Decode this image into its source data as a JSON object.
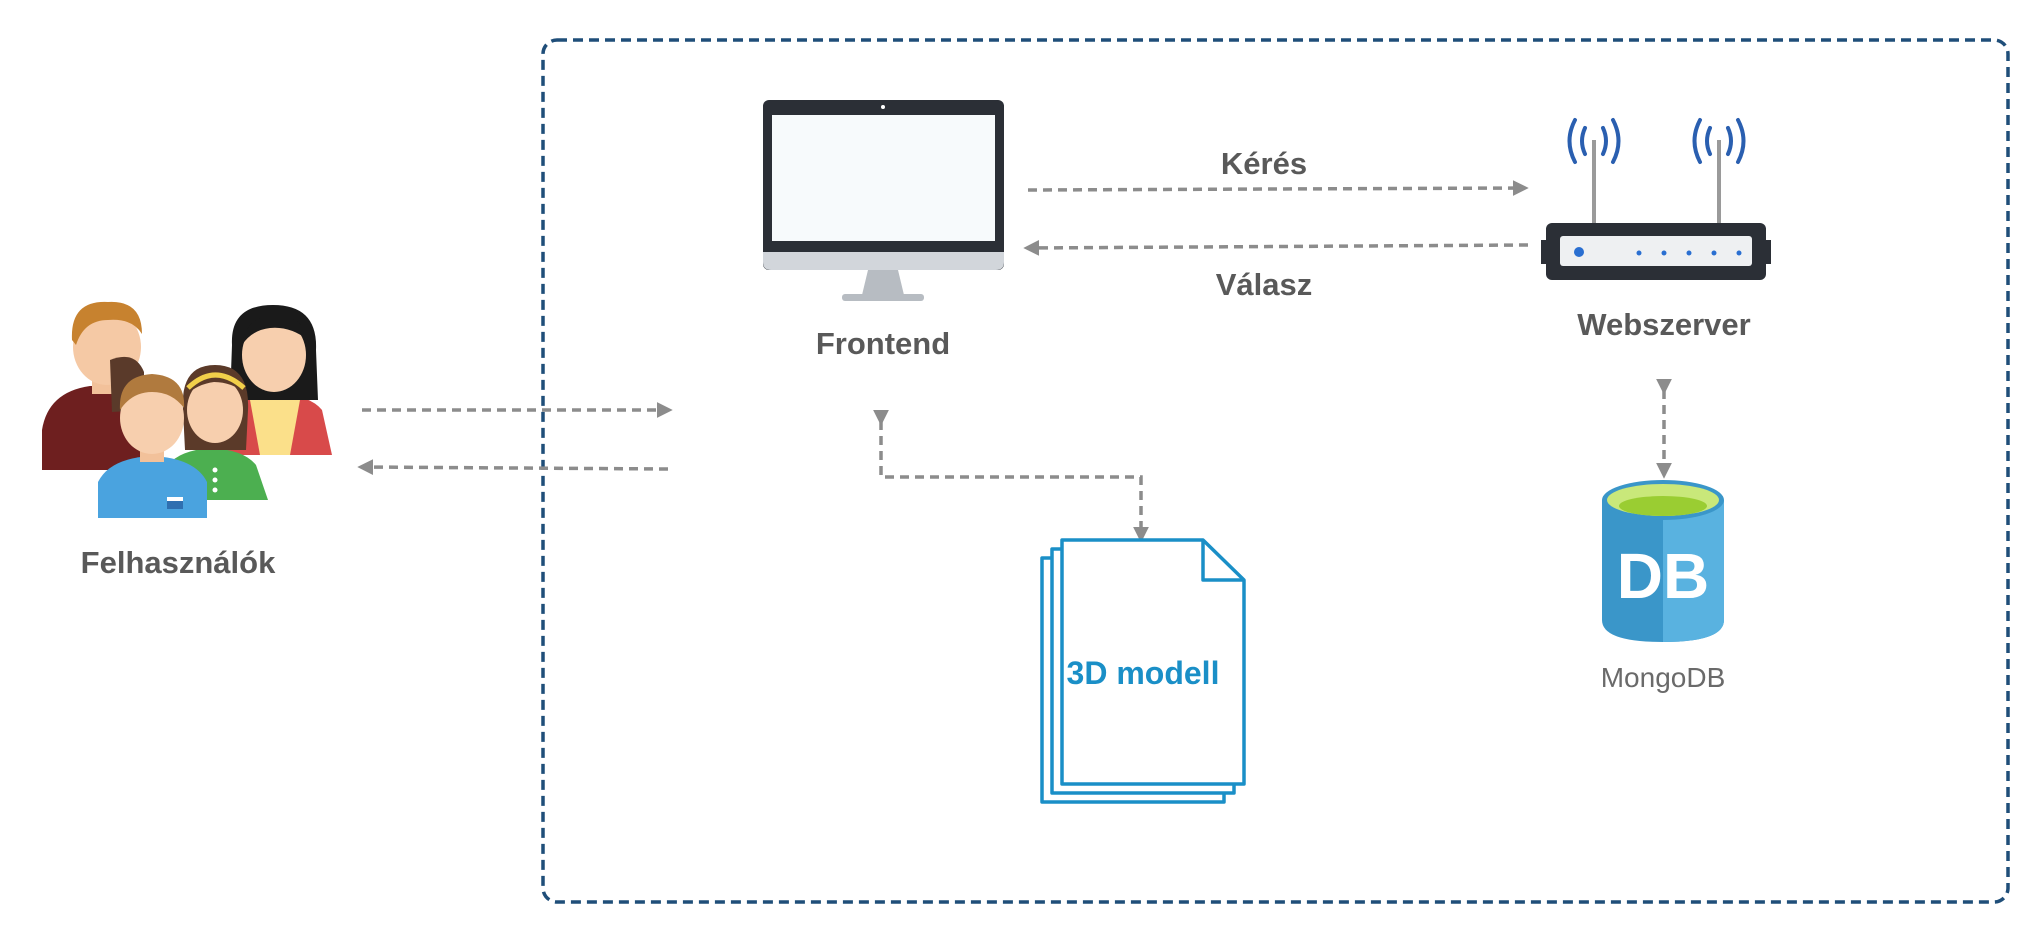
{
  "nodes": {
    "users": {
      "label": "Felhasználók",
      "icon": "users-group-icon"
    },
    "frontend": {
      "label": "Frontend",
      "icon": "monitor-icon"
    },
    "webserver": {
      "label": "Webszerver",
      "icon": "router-icon"
    },
    "model": {
      "label": "3D modell",
      "icon": "document-stack-icon"
    },
    "database": {
      "label": "MongoDB",
      "icon": "database-icon",
      "badge": "DB"
    }
  },
  "edges": {
    "request": {
      "label": "Kérés"
    },
    "response": {
      "label": "Válasz"
    }
  },
  "colors": {
    "boundary": "#1f4e79",
    "arrow": "#8c8c8c",
    "label": "#595959",
    "document": "#1a8fc7",
    "database_body": "#3a96c9",
    "database_top": "#9acd32",
    "wifi": "#2a5fb0"
  }
}
